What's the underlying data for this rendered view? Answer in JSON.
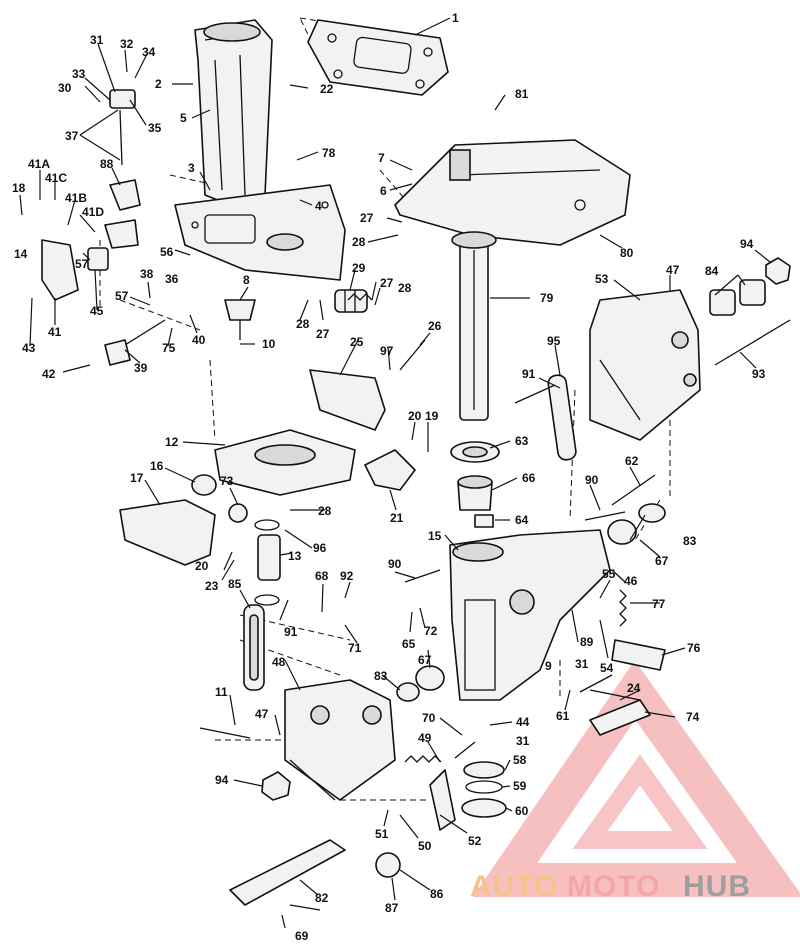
{
  "labels": {
    "l1": "1",
    "l2": "2",
    "l3": "3",
    "l4": "4",
    "l5": "5",
    "l6": "6",
    "l7": "7",
    "l8": "8",
    "l9": "9",
    "l10": "10",
    "l11": "11",
    "l12": "12",
    "l13": "13",
    "l14": "14",
    "l15": "15",
    "l16": "16",
    "l17": "17",
    "l18": "18",
    "l19": "19",
    "l20": "20",
    "l20b": "20",
    "l21": "21",
    "l22": "22",
    "l23": "23",
    "l24": "24",
    "l25": "25",
    "l26": "26",
    "l27": "27",
    "l27b": "27",
    "l27c": "27",
    "l28": "28",
    "l28b": "28",
    "l28c": "28",
    "l28d": "28",
    "l29": "29",
    "l30": "30",
    "l31": "31",
    "l31b": "31",
    "l31c": "31",
    "l32": "32",
    "l33": "33",
    "l34": "34",
    "l35": "35",
    "l36": "36",
    "l37": "37",
    "l38": "38",
    "l39": "39",
    "l40": "40",
    "l41": "41",
    "l41a": "41A",
    "l41b": "41B",
    "l41c": "41C",
    "l41d": "41D",
    "l42": "42",
    "l43": "43",
    "l44": "44",
    "l45": "45",
    "l46": "46",
    "l47": "47",
    "l47b": "47",
    "l48": "48",
    "l49": "49",
    "l50": "50",
    "l51": "51",
    "l52": "52",
    "l53": "53",
    "l54": "54",
    "l55": "55",
    "l56": "56",
    "l57": "57",
    "l57b": "57",
    "l58": "58",
    "l59": "59",
    "l60": "60",
    "l61": "61",
    "l62": "62",
    "l63": "63",
    "l64": "64",
    "l65": "65",
    "l66": "66",
    "l67": "67",
    "l67b": "67",
    "l68": "68",
    "l69": "69",
    "l70": "70",
    "l71": "71",
    "l72": "72",
    "l73": "73",
    "l74": "74",
    "l75": "75",
    "l76": "76",
    "l77": "77",
    "l78": "78",
    "l79": "79",
    "l80": "80",
    "l81": "81",
    "l82": "82",
    "l83": "83",
    "l83b": "83",
    "l84": "84",
    "l85": "85",
    "l86": "86",
    "l87": "87",
    "l88": "88",
    "l89": "89",
    "l90": "90",
    "l90b": "90",
    "l91": "91",
    "l91b": "91",
    "l92": "92",
    "l93": "93",
    "l94": "94",
    "l94b": "94",
    "l95": "95",
    "l96": "96",
    "l97": "97"
  },
  "watermark": {
    "word_auto": "AUTO",
    "word_moto": "MOTO",
    "word_hub": "HUB",
    "colors": {
      "auto": "#f6c28a",
      "moto": "#f4a6a6",
      "hub": "#9e9e9e",
      "triangle": "#f08c8c"
    }
  }
}
